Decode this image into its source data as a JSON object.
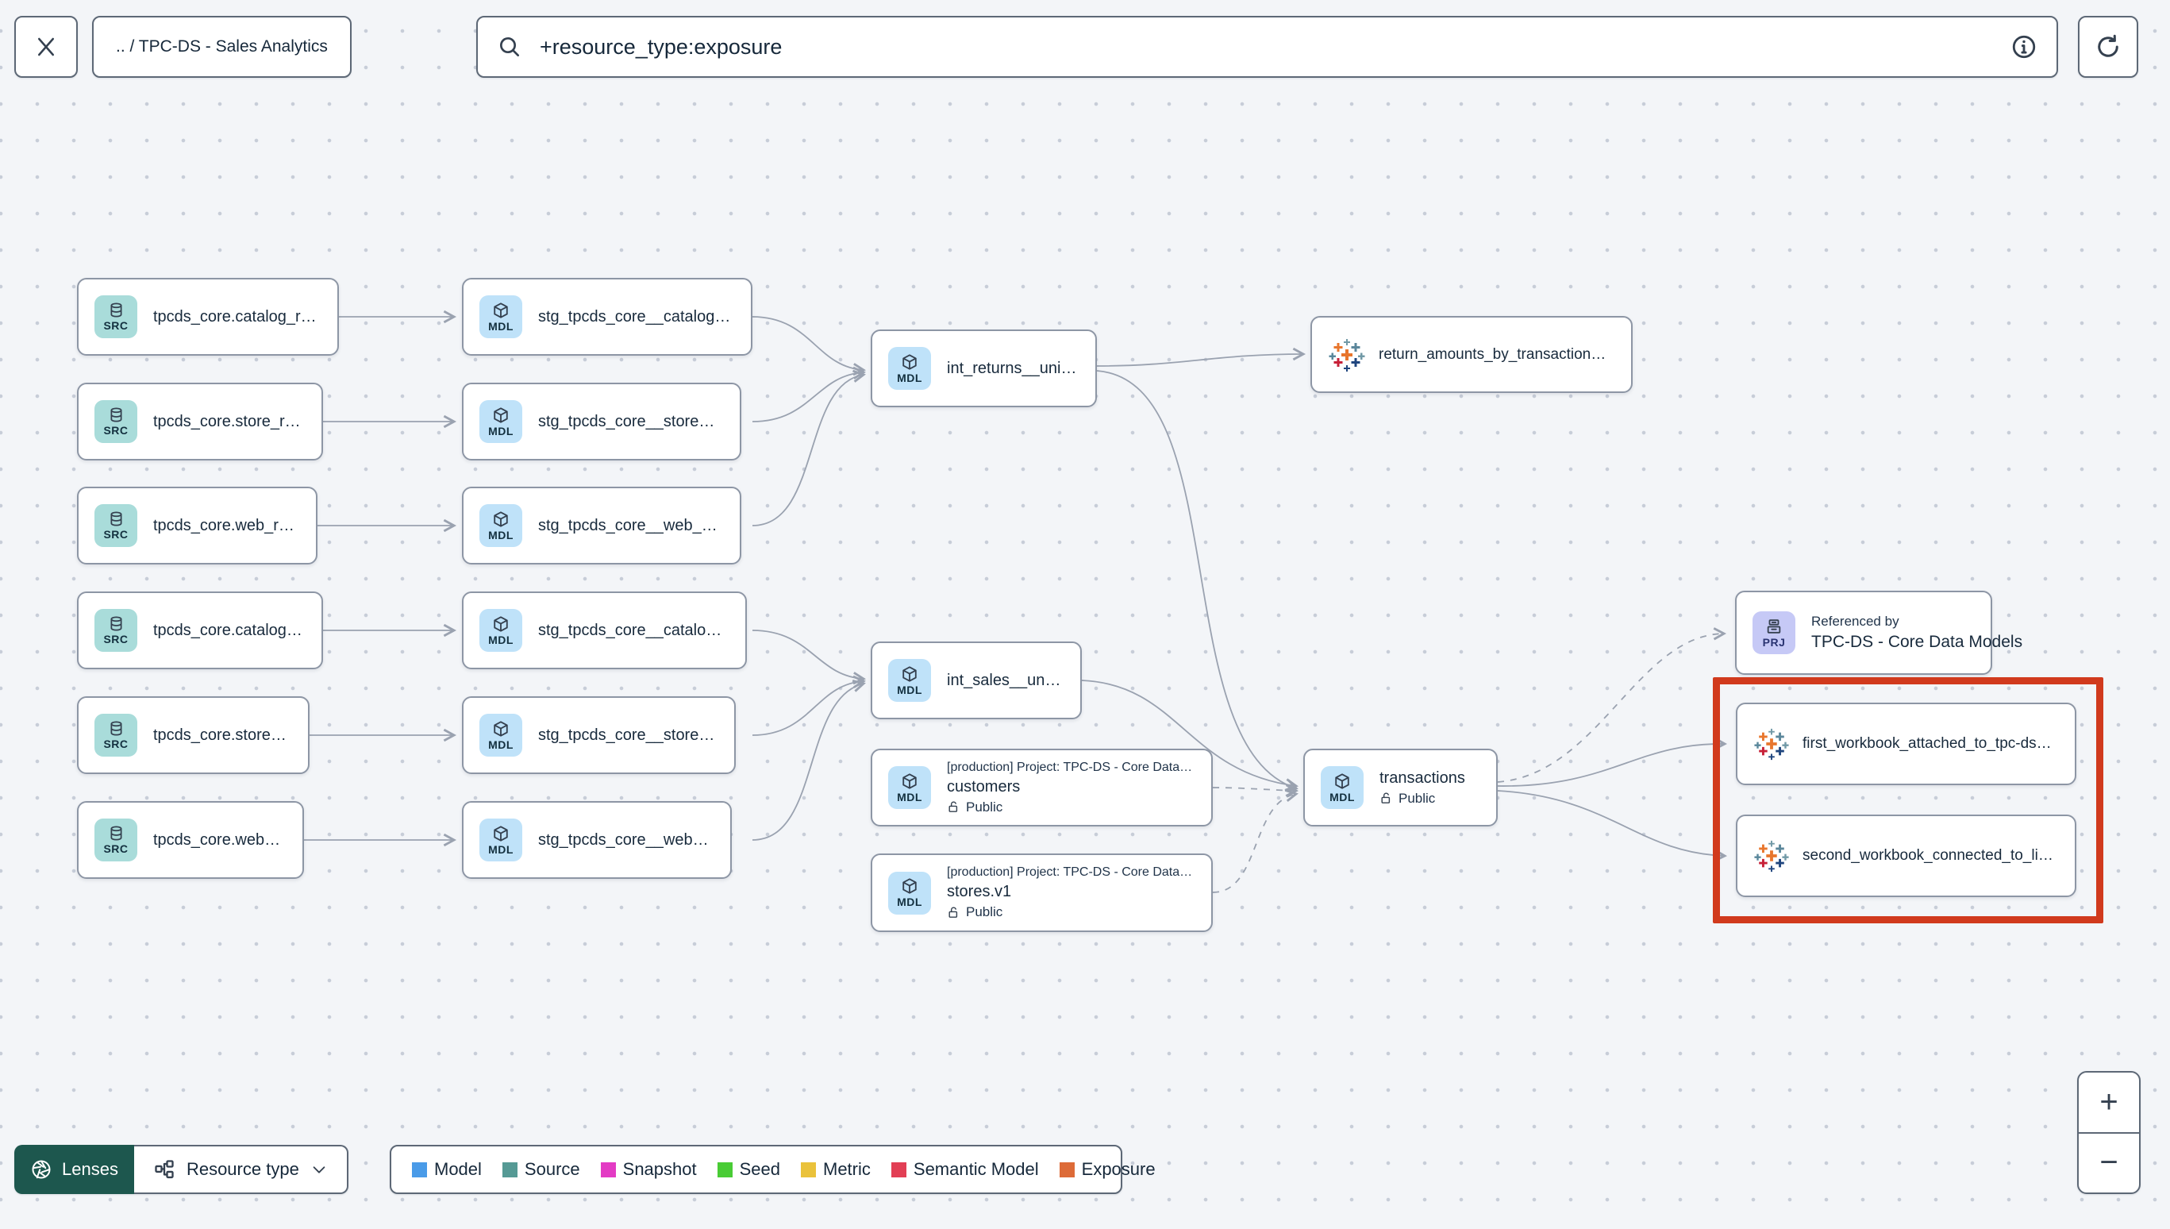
{
  "topbar": {
    "breadcrumb": ".. / TPC-DS - Sales Analytics",
    "search_value": "+resource_type:exposure"
  },
  "graph": {
    "badges": {
      "src": "SRC",
      "mdl": "MDL",
      "prj": "PRJ"
    },
    "sources": [
      "tpcds_core.catalog_returns",
      "tpcds_core.store_returns",
      "tpcds_core.web_returns",
      "tpcds_core.catalog_sales",
      "tpcds_core.store_sales",
      "tpcds_core.web_sales"
    ],
    "staging": [
      "stg_tpcds_core__catalog_returns",
      "stg_tpcds_core__store_returns",
      "stg_tpcds_core__web_returns",
      "stg_tpcds_core__catalog_sales",
      "stg_tpcds_core__store_sales",
      "stg_tpcds_core__web_sales"
    ],
    "int_returns": "int_returns__unioned",
    "int_sales": "int_sales__unioned",
    "customers": {
      "project": "[production] Project: TPC-DS - Core Data Mo…",
      "name": "customers",
      "access": "Public"
    },
    "stores": {
      "project": "[production] Project: TPC-DS - Core Data Mo…",
      "name": "stores.v1",
      "access": "Public"
    },
    "transactions": {
      "name": "transactions",
      "access": "Public"
    },
    "exposure": "return_amounts_by_transaction_type",
    "project_ref": {
      "title": "Referenced by",
      "name": "TPC-DS - Core Data Models"
    },
    "workbook1": "first_workbook_attached_to_tpc-ds_-_…",
    "workbook2": "second_workbook_connected_to_live…"
  },
  "toolbar": {
    "lenses": "Lenses",
    "resource_type": "Resource type"
  },
  "legend": {
    "items": [
      {
        "label": "Model",
        "color": "#4a9be8"
      },
      {
        "label": "Source",
        "color": "#569a95"
      },
      {
        "label": "Snapshot",
        "color": "#e33bc4"
      },
      {
        "label": "Seed",
        "color": "#49cc35"
      },
      {
        "label": "Metric",
        "color": "#eac23b"
      },
      {
        "label": "Semantic Model",
        "color": "#e23f55"
      },
      {
        "label": "Exposure",
        "color": "#dd6b38"
      }
    ]
  },
  "zoomctl": {
    "zoom_in": "+",
    "zoom_out": "−"
  },
  "colors": {
    "highlight_rect": "#d13a1d",
    "lenses_green": "#1d574e",
    "source_chip": "#a9dcda",
    "model_chip": "#bfe2f9",
    "project_chip": "#c6c9f6",
    "edge": "#9aa2b0"
  }
}
